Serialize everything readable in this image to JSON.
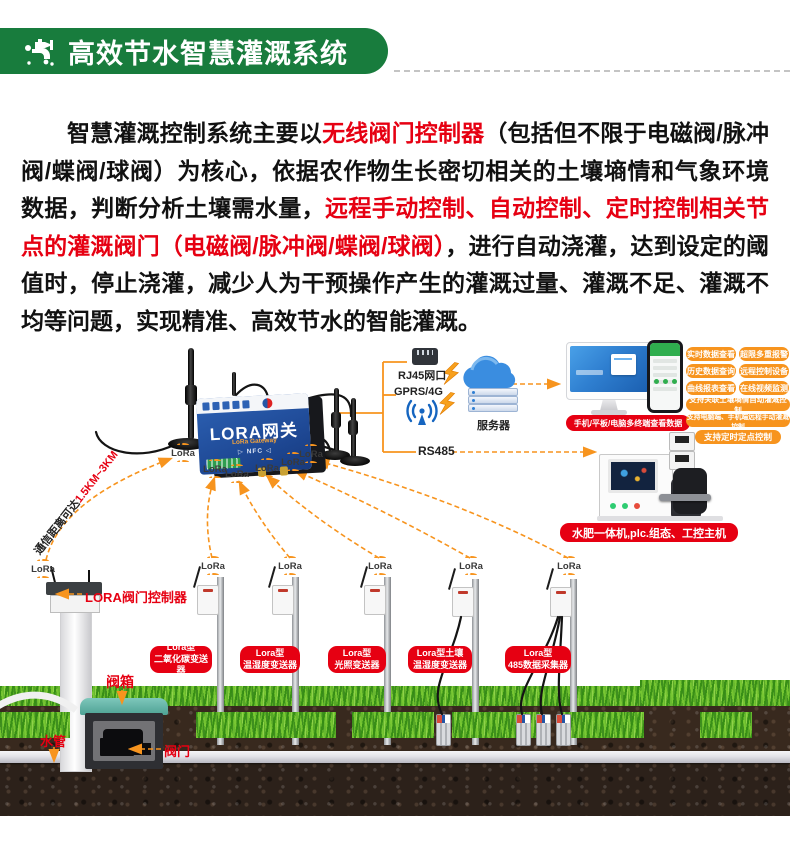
{
  "header": {
    "title": "高效节水智慧灌溉系统"
  },
  "intro": {
    "segments": [
      {
        "text": "智慧灌溉控制系统主要以",
        "color": "black"
      },
      {
        "text": "无线阀门控制器",
        "color": "red"
      },
      {
        "text": "（包括但不限于电磁阀/脉冲阀/蝶阀/球阀）为核心，依据农作物生长密切相关的土壤墒情和气象环境数据，判断分析土壤需水量，",
        "color": "black"
      },
      {
        "text": "远程手动控制、自动控制、定时控制相关节点的灌溉阀门（电磁阀/脉冲阀/蝶阀/球阀）",
        "color": "red"
      },
      {
        "text": "，进行自动浇灌，达到设定的阈值时，停止浇灌，减少人为干预操作产生的灌溉过量、灌溉不足、灌溉不均等问题，实现精准、高效节水的智能灌溉。",
        "color": "black"
      }
    ]
  },
  "network": {
    "gateway_title": "LORA网关",
    "gateway_sub": "LoRa Gateway",
    "gateway_nfc": "▷ NFC ◁",
    "rj45": "RJ45网口",
    "gprs": "GPRS/4G",
    "server": "服务器",
    "rs485": "RS485",
    "lora": "LoRa",
    "range_prefix": "通信距离可达",
    "range_value": "1.5KM~3KM"
  },
  "terminals": {
    "badge": "手机/平板/电脑多终端查看数据",
    "features": [
      "实时数据查看",
      "超限多重报警",
      "历史数据查询",
      "远程控制设备",
      "曲线报表查看",
      "在线视频监测",
      "支持关联土壤墒情自动灌溉控制",
      "支持电脑端、手机端远程手动灌溉控制",
      "支持定时定点控制"
    ],
    "machine_badge": "水肥一体机,plc.组态、工控主机"
  },
  "field": {
    "controller_label": "LORA阀门控制器",
    "box_label": "阀箱",
    "pipe_label": "水管",
    "valve_label": "阀门",
    "sensors": [
      {
        "line1": "Lora型",
        "line2": "二氧化碳变送器"
      },
      {
        "line1": "Lora型",
        "line2": "温湿度变送器"
      },
      {
        "line1": "Lora型",
        "line2": "光照变送器"
      },
      {
        "line1": "Lora型土壤",
        "line2": "温湿度变送器"
      },
      {
        "line1": "Lora型",
        "line2": "485数据采集器"
      }
    ]
  },
  "colors": {
    "green": "#187c3d",
    "red": "#e60012",
    "orange": "#f7941e",
    "blue": "#2456a6"
  }
}
